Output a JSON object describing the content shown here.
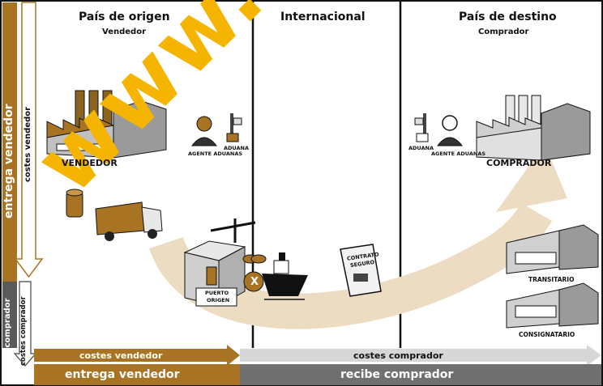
{
  "columns": {
    "origin_title": "País de origen",
    "origin_sub": "Vendedor",
    "intl_title": "Internacional",
    "dest_title": "País de destino",
    "dest_sub": "Comprador"
  },
  "labels": {
    "vendedor": "VENDEDOR",
    "comprador": "COMPRADOR",
    "agente_origen": "AGENTE ADUANAS",
    "aduana_origen": "ADUANA",
    "aduana_destino": "ADUANA",
    "agente_destino": "AGENTE ADUANAS",
    "puerto_line1": "PUERTO",
    "puerto_line2": "ORIGEN",
    "contrato_line1": "CONTRATO",
    "contrato_line2": "SEGURO",
    "transitario": "TRANSITARIO",
    "consignatario": "CONSIGNATARIO",
    "x_mark": "X"
  },
  "side": {
    "entrega_vendedor": "entrega vendedor",
    "costes_vendedor": "costes vendedor",
    "recibe_comprador": "recibe comprador",
    "costes_comprador": "costes comprador"
  },
  "bottom": {
    "costes_vendedor": "costes vendedor",
    "entrega_vendedor": "entrega vendedor",
    "costes_comprador": "costes comprador",
    "recibe_comprador": "recibe comprador"
  },
  "watermark": "www.logis",
  "colors": {
    "brown": "#a87424",
    "brown_dark": "#7a5a18",
    "tan_arrow": "#ecdcc2",
    "grey_bar": "#707070",
    "light_bar": "#c8c8c8",
    "watermark": "#f5b400",
    "building": "#d8d8d8"
  }
}
